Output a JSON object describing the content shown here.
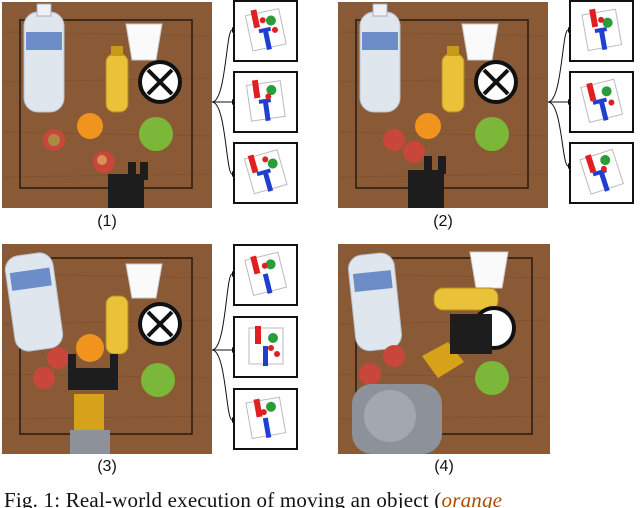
{
  "figure": {
    "panels": [
      {
        "id": "1",
        "label": "(1)"
      },
      {
        "id": "2",
        "label": "(2)"
      },
      {
        "id": "3",
        "label": "(3)"
      },
      {
        "id": "4",
        "label": "(4)"
      }
    ],
    "caption": {
      "prefix": "Fig. 1: Real-world execution of moving an object (",
      "emph": "orange"
    }
  },
  "colors": {
    "table": "#8a5a36",
    "table_dark": "#6b4428",
    "border_line": "#2a1a10",
    "orange": "#f0941e",
    "apple_green": "#7bb83a",
    "apple_red": "#c9473a",
    "juice": "#e9c23a",
    "gripper": "#1d1d1d",
    "arm_yellow": "#d6a21c",
    "arm_grey": "#8d9199",
    "plan_red": "#e02020",
    "plan_blue": "#1e3fcf",
    "plan_green": "#2a9c3a"
  }
}
